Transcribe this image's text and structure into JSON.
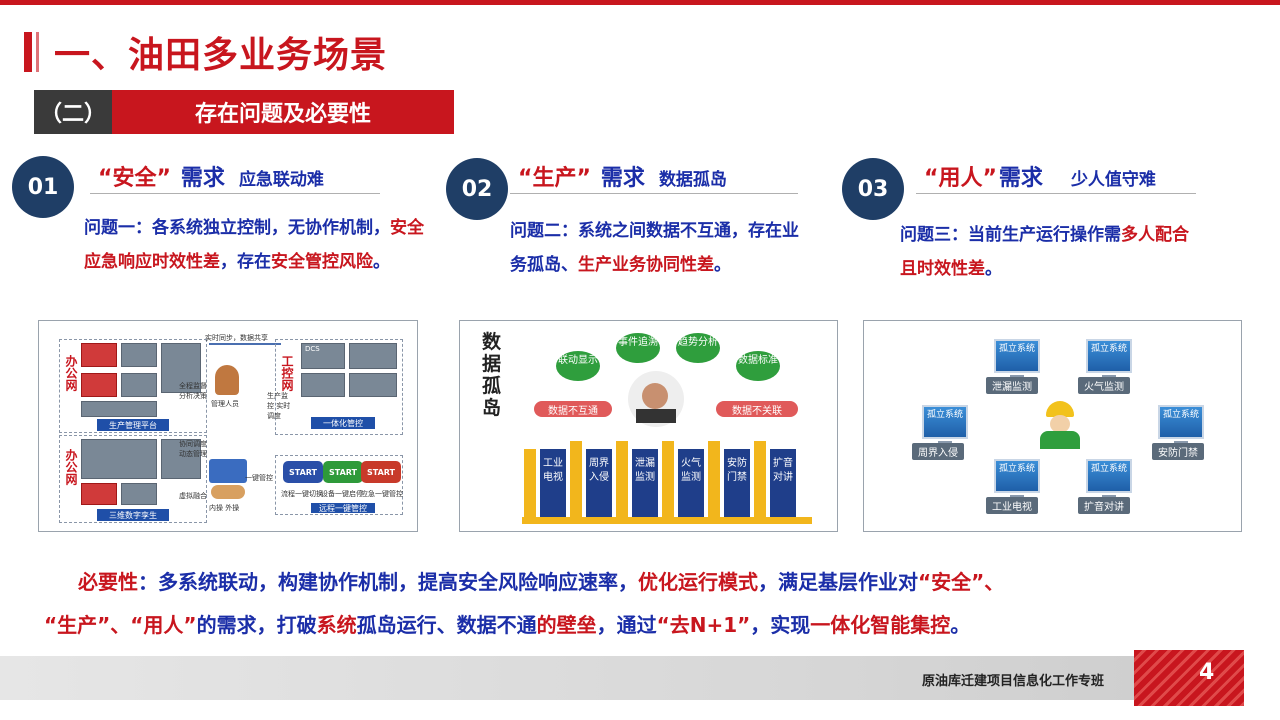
{
  "title": "一、油田多业务场景",
  "section": {
    "number": "（二）",
    "title": "存在问题及必要性"
  },
  "needs": [
    {
      "num": "01",
      "quote": "“安全”",
      "word": "需求",
      "sub": "应急联动难",
      "p1_blue": "问题一：各系统独立控制，无协作机制，",
      "p1_red": "安全应急响应时效性差",
      "p1_blue2": "，存在",
      "p1_red2": "安全管控风险",
      "p1_end": "。"
    },
    {
      "num": "02",
      "quote": "“生产”",
      "word": "需求",
      "sub": "数据孤岛",
      "p_blue": "问题二：系统之间数据不互通，存在业务孤岛、",
      "p_red": "生产业务协同性差",
      "p_end": "。"
    },
    {
      "num": "03",
      "quote": "“用人”",
      "word": "需求",
      "sub": "少人值守难",
      "p_blue": "问题三：当前生产运行操作需",
      "p_red": "多人配合且时效性差",
      "p_end": "。"
    }
  ],
  "image1": {
    "office1": "办公网",
    "office2": "办公网",
    "ctrl": "工控网",
    "platform1": "生产管理平台",
    "platform2": "三维数字孪生",
    "sync": "实时同步，数据共享",
    "manager": "管理人员",
    "mgmt1": "全程监督 分析决策",
    "mgmt2": "协同调度 动态管理",
    "mgmt3": "虚拟融合",
    "center": "生产监控 实时调度",
    "onebtn": "一键管控",
    "start1": "START",
    "start2": "START",
    "start3": "START",
    "btn1": "流程一键切换",
    "btn2": "设备一键启停",
    "btn3": "应急一键管控",
    "remote": "远程一键管控",
    "integrated": "一体化管控",
    "dcs": "DCS",
    "inner_outer": "内操 外操"
  },
  "image2": {
    "title": "数据孤岛",
    "bubbles": [
      "联动显示",
      "事件追溯",
      "趋势分析",
      "数据标准"
    ],
    "arrow_left": "数据不互通",
    "arrow_right": "数据不关联",
    "pillars": [
      "工业电视",
      "周界入侵",
      "泄漏监测",
      "火气监测",
      "安防门禁",
      "扩音对讲"
    ]
  },
  "image3": {
    "tile_text": "孤立系统",
    "labels": [
      "泄漏监测",
      "火气监测",
      "周界入侵",
      "安防门禁",
      "工业电视",
      "扩音对讲"
    ]
  },
  "necessity": {
    "l1_red": "必要性",
    "l1_blue": "：多系统联动，构建协作机制，提高安全风险响应速率，",
    "l1_red2": "优化运行模式",
    "l1_blue2": "，满足基层作业对",
    "l1_red3": "“安全”、",
    "l2_red": "“生产”、“用人”",
    "l2_blue": "的需求，打破",
    "l2_red2": "系统",
    "l2_blue2": "孤岛运行、数据不通",
    "l2_red3": "的壁垒",
    "l2_blue3": "，通过",
    "l2_red4": "“去N+1”",
    "l2_blue4": "，实现",
    "l2_red5": "一体化智能集控",
    "l2_end": "。"
  },
  "footer": {
    "text": "原油库迁建项目信息化工作专班",
    "page": "4"
  },
  "colors": {
    "accent": "#c8161e",
    "navy": "#1f3e66",
    "blue_text": "#1b2ea8"
  }
}
